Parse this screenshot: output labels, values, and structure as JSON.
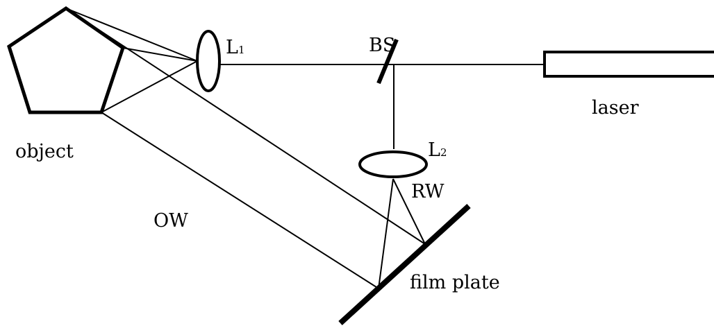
{
  "labels": {
    "object": "object",
    "lens1": "L",
    "lens1_sub": "1",
    "beam_splitter": "BS",
    "laser": "laser",
    "lens2": "L",
    "lens2_sub": "2",
    "reference_wave": "RW",
    "object_wave": "OW",
    "film_plate": "film plate"
  }
}
